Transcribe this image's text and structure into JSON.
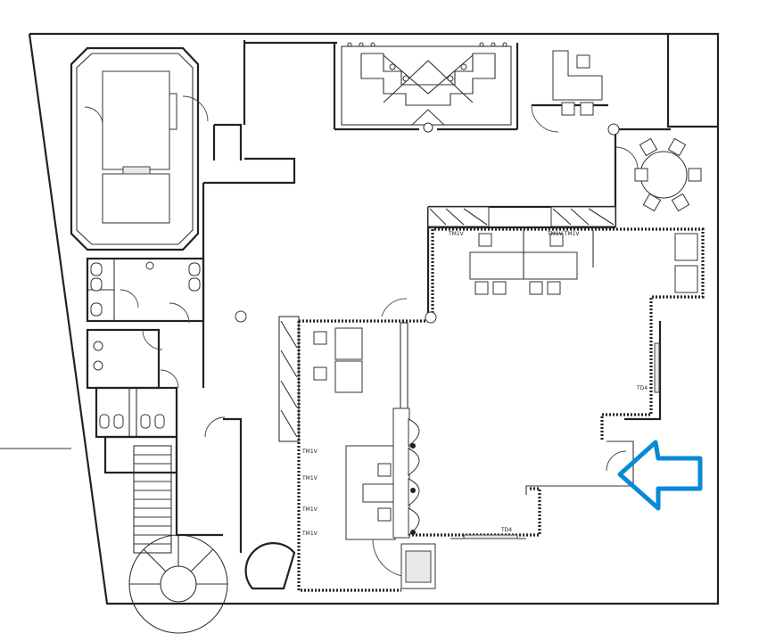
{
  "labels": {
    "tm1v_top_a": "TM1V",
    "tm1v_top_b": "TM1V TM1V",
    "td4_right": "TD4",
    "td4_bottom": "TD4",
    "tm1v_wall_1": "TM1V",
    "tm1v_wall_2": "TM1V",
    "tm1v_wall_3": "TM1V",
    "tm1v_wall_4": "TM1V"
  },
  "colors": {
    "wall": "#222222",
    "entrance_arrow": "#0a8ad6"
  },
  "icons": {
    "entrance": "arrow-left-outline-icon"
  }
}
